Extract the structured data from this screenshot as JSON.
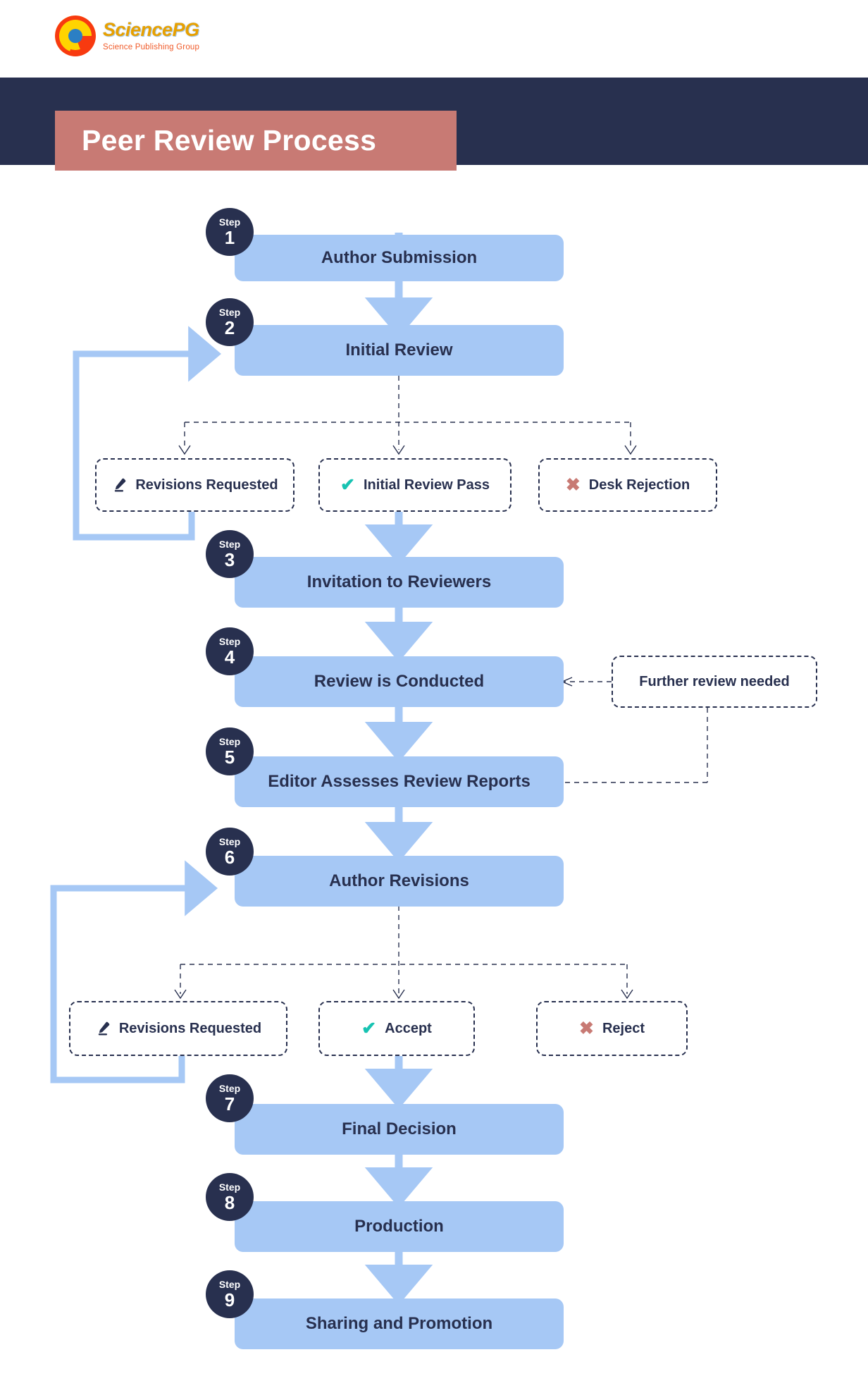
{
  "brand": {
    "name": "SciencePG",
    "tagline": "Science Publishing Group",
    "logo_icon": "sciencepg-circle-logo"
  },
  "header": {
    "title": "Peer Review Process",
    "band_color": "#28304f",
    "plate_color": "#c87a74"
  },
  "theme": {
    "step_box_color": "#a6c8f5",
    "badge_color": "#28304f",
    "text_color": "#28304f",
    "accept_color": "#17c3b2",
    "reject_color": "#c87a74",
    "arrow_color": "#a6c8f5",
    "dashed_color": "#28304f"
  },
  "chart_data": {
    "type": "flowchart",
    "title": "Peer Review Process",
    "steps": [
      {
        "n": "1",
        "label": "Step",
        "title": "Author Submission"
      },
      {
        "n": "2",
        "label": "Step",
        "title": "Initial Review"
      },
      {
        "n": "3",
        "label": "Step",
        "title": "Invitation to Reviewers"
      },
      {
        "n": "4",
        "label": "Step",
        "title": "Review is Conducted"
      },
      {
        "n": "5",
        "label": "Step",
        "title": "Editor Assesses Review Reports"
      },
      {
        "n": "6",
        "label": "Step",
        "title": "Author Revisions"
      },
      {
        "n": "7",
        "label": "Step",
        "title": "Final Decision"
      },
      {
        "n": "8",
        "label": "Step",
        "title": "Production"
      },
      {
        "n": "9",
        "label": "Step",
        "title": "Sharing and Promotion"
      }
    ],
    "branch_one": {
      "from": "Initial Review",
      "options": [
        {
          "label": "Revisions Requested",
          "icon": "pencil-icon",
          "loops_back_to": "Initial Review"
        },
        {
          "label": "Initial Review Pass",
          "icon": "check-icon",
          "continues_to": "Invitation to Reviewers"
        },
        {
          "label": "Desk Rejection",
          "icon": "x-icon",
          "continues_to": null
        }
      ]
    },
    "branch_two": {
      "from": "Author Revisions",
      "options": [
        {
          "label": "Revisions Requested",
          "icon": "pencil-icon",
          "loops_back_to": "Author Revisions"
        },
        {
          "label": "Accept",
          "icon": "check-icon",
          "continues_to": "Final Decision"
        },
        {
          "label": "Reject",
          "icon": "x-icon",
          "continues_to": null
        }
      ]
    },
    "side_note": {
      "label": "Further review needed",
      "from": "Editor Assesses Review Reports",
      "to": "Review is Conducted"
    }
  }
}
